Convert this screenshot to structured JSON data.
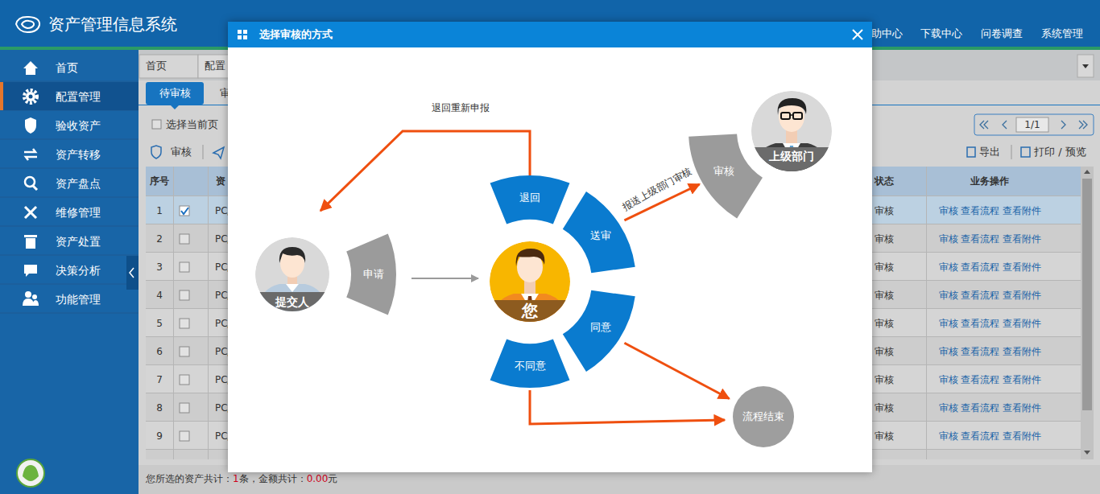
{
  "diagram": {
    "title": "选择审核的方式",
    "nodes": [
      {
        "text": [
          "提交人"
        ]
      },
      {
        "text": [
          "申请"
        ]
      },
      {
        "text": [
          "退回"
        ]
      },
      {
        "text": [
          "您"
        ]
      },
      {
        "text": [
          "送审"
        ]
      },
      {
        "text": [
          "同意"
        ]
      },
      {
        "text": [
          "不同意"
        ]
      },
      {
        "text": [
          "审核"
        ]
      },
      {
        "text": [
          "上级部门"
        ]
      },
      {
        "text": [
          "流程结束"
        ]
      }
    ],
    "edges": [
      {
        "from": 1,
        "to": 3,
        "arrow": "to"
      },
      {
        "from": 2,
        "to": 0,
        "label": "退回重新申报",
        "arrow": "to"
      },
      {
        "from": 4,
        "to": 7,
        "label": "报送上级部门审核",
        "arrow": "to"
      },
      {
        "from": 5,
        "to": 9,
        "arrow": "to"
      },
      {
        "from": 6,
        "to": 9,
        "arrow": "to"
      }
    ],
    "labels": [
      "资产管理信息系统",
      "助中心",
      "下载中心",
      "问卷调查",
      "系统管理",
      "首页",
      "配置管理",
      "验收资产",
      "资产转移",
      "资产盘点",
      "维修管理",
      "资产处置",
      "决策分析",
      "功能管理",
      "首页",
      "配置",
      "待审核",
      "审",
      "选择当前页",
      "审核",
      "1/1",
      "导出",
      "打印 / 预览",
      "序号",
      "资",
      "状态",
      "业务操作",
      "1",
      "PC/",
      "审核",
      "审核",
      "查看流程",
      "查看附件",
      "2",
      "PC/",
      "审核",
      "审核",
      "查看流程",
      "查看附件",
      "3",
      "PC/",
      "审核",
      "审核",
      "查看流程",
      "查看附件",
      "4",
      "PC/",
      "审核",
      "审核",
      "查看流程",
      "查看附件",
      "5",
      "PC/",
      "审核",
      "审核",
      "查看流程",
      "查看附件",
      "6",
      "PC/",
      "审核",
      "审核",
      "查看流程",
      "查看附件",
      "7",
      "PC/",
      "审核",
      "审核",
      "查看流程",
      "查看附件",
      "8",
      "PC/",
      "审核",
      "审核",
      "查看流程",
      "查看附件",
      "9",
      "PC/",
      "审核",
      "审核",
      "查看流程",
      "查看附件",
      "您所选的资产共计：",
      "1",
      "条，金额共计：",
      "0.00",
      "元"
    ]
  }
}
